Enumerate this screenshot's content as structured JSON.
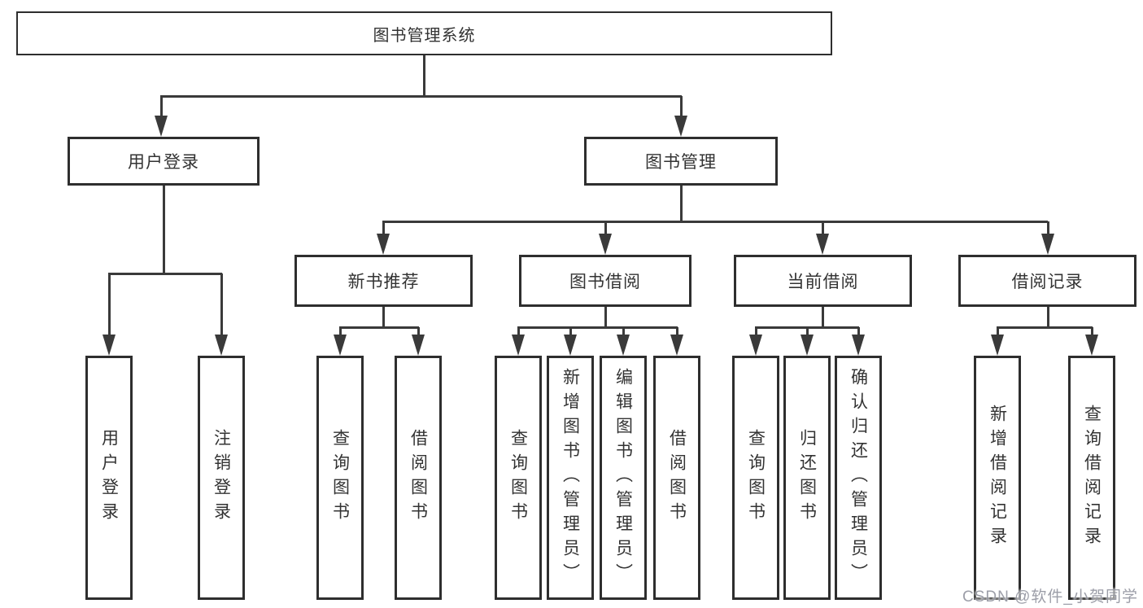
{
  "diagram_type": "hierarchy-tree",
  "colors": {
    "background": "#ffffff",
    "box_border": "#2e2e2e",
    "connector_line": "#3a3a3a",
    "text": "#333333",
    "watermark_text": "#91939e"
  },
  "tree": {
    "label": "图书管理系统",
    "children": [
      {
        "label": "用户登录",
        "children": [
          {
            "label": "用户登录"
          },
          {
            "label": "注销登录"
          }
        ]
      },
      {
        "label": "图书管理",
        "children": [
          {
            "label": "新书推荐",
            "children": [
              {
                "label": "查询图书"
              },
              {
                "label": "借阅图书"
              }
            ]
          },
          {
            "label": "图书借阅",
            "children": [
              {
                "label": "查询图书"
              },
              {
                "label": "新增图书（管理员）"
              },
              {
                "label": "编辑图书（管理员）"
              },
              {
                "label": "借阅图书"
              }
            ]
          },
          {
            "label": "当前借阅",
            "children": [
              {
                "label": "查询图书"
              },
              {
                "label": "归还图书"
              },
              {
                "label": "确认归还（管理员）"
              }
            ]
          },
          {
            "label": "借阅记录",
            "children": [
              {
                "label": "新增借阅记录"
              },
              {
                "label": "查询借阅记录"
              }
            ]
          }
        ]
      }
    ]
  },
  "watermark": {
    "text": "CSDN @软件_小贺同学"
  }
}
